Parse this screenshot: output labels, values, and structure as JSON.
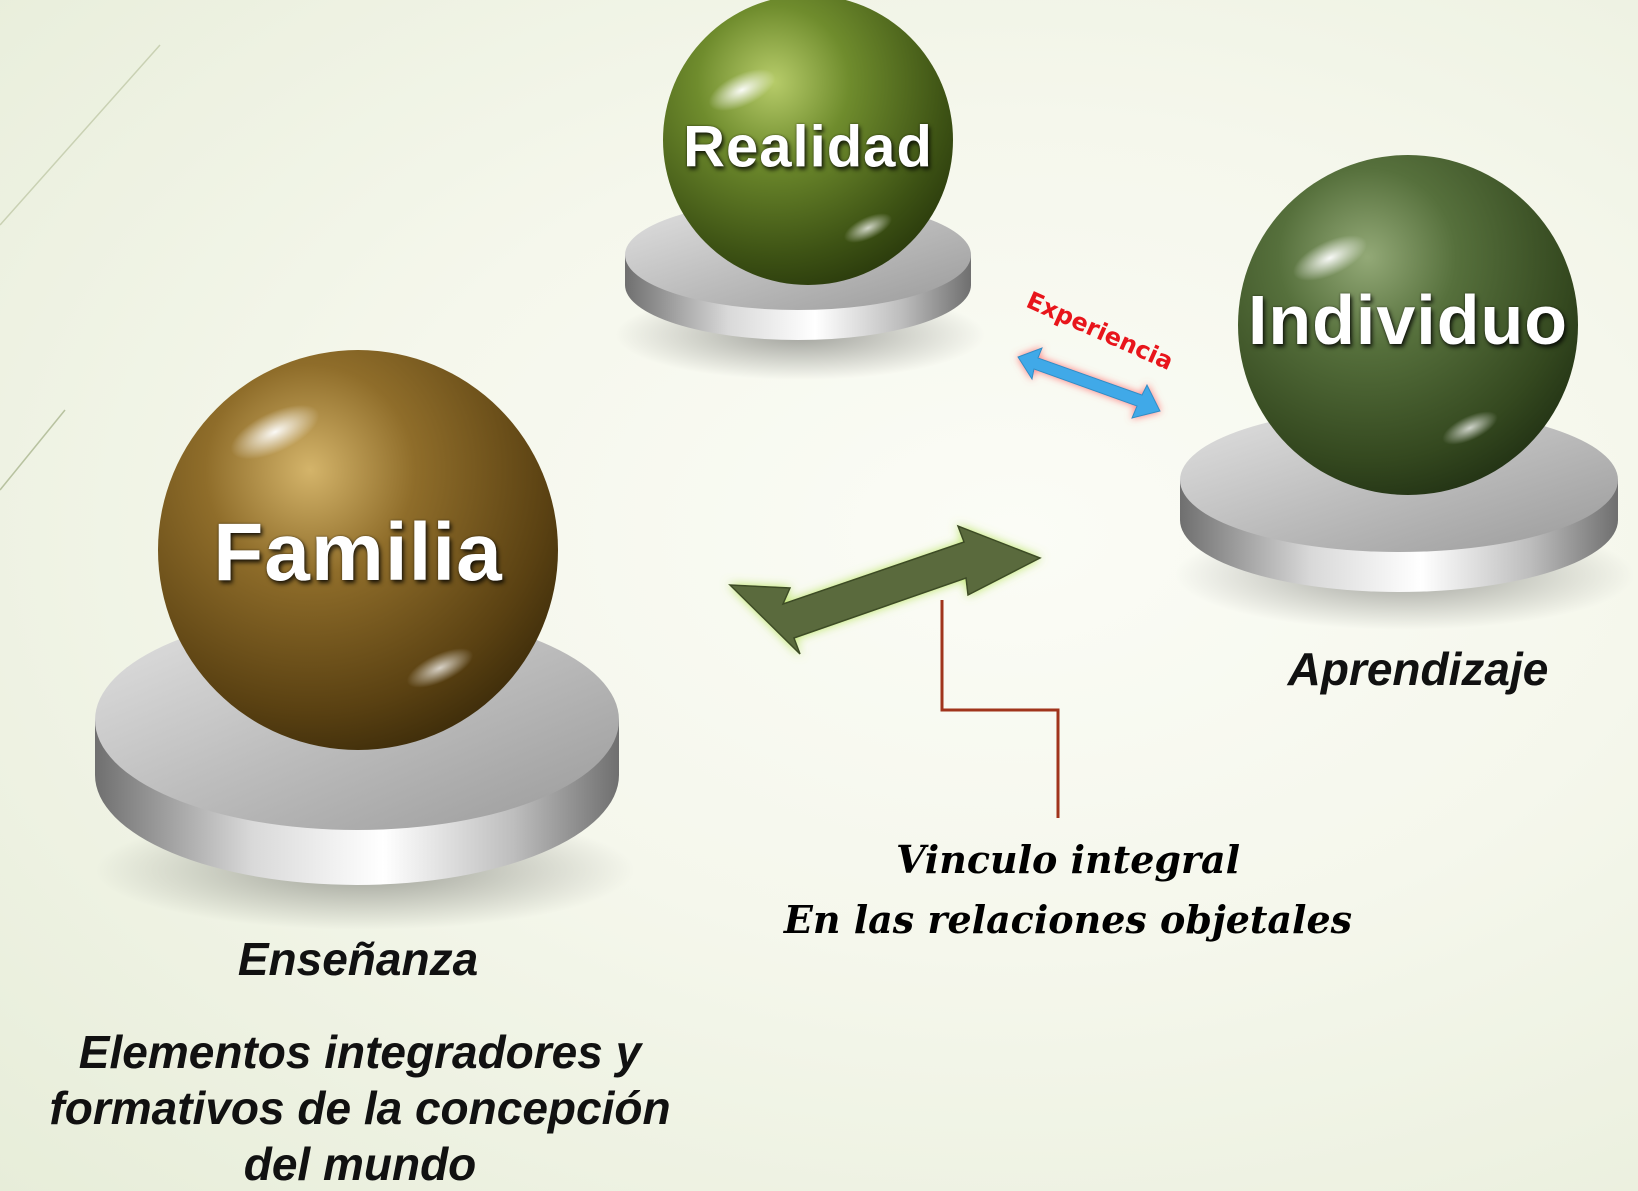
{
  "nodes": {
    "realidad": "Realidad",
    "individuo": "Individuo",
    "familia": "Familia"
  },
  "labels": {
    "experiencia": "Experiencia",
    "aprendizaje": "Aprendizaje",
    "ensenanza": "Enseñanza",
    "elementos_line1": "Elementos integradores y",
    "elementos_line2": "formativos de la concepción",
    "elementos_line3": "del mundo",
    "vinculo_line1": "Vinculo integral",
    "vinculo_line2": "En las relaciones objetales"
  },
  "colors": {
    "realidad_sphere": "#6b8a2a",
    "individuo_sphere": "#4e6a35",
    "familia_sphere": "#8a6a28",
    "pedestal": "#c8c8c8",
    "double_arrow": "#5a6b3c",
    "experiencia_arrow": "#3fa9e8",
    "experiencia_text": "#e8151b",
    "connector_line": "#a0341c"
  }
}
